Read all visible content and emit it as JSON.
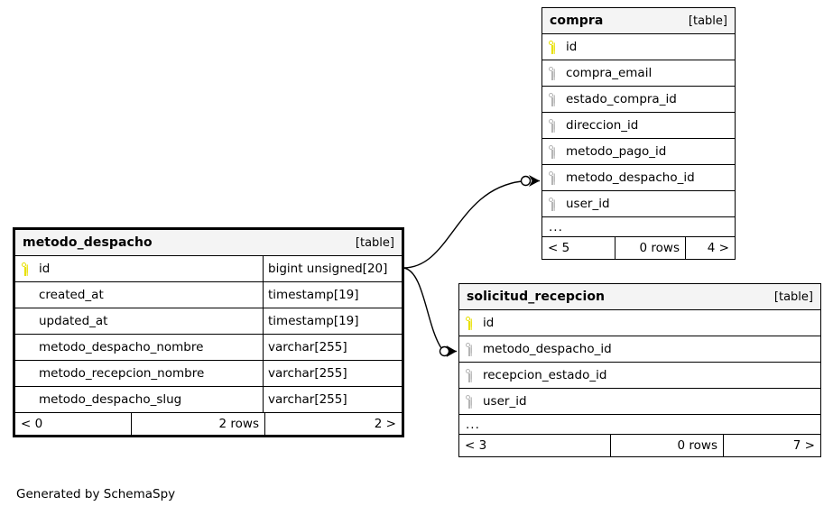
{
  "diagram": {
    "tool_credit": "Generated by SchemaSpy",
    "kind_label": "[table]",
    "ellipsis": "...",
    "icons": {
      "primary_key": "key-icon-primary",
      "foreign_key": "key-icon-foreign"
    },
    "colors": {
      "primary_key": "#e8e000",
      "foreign_key": "#b4b4b4",
      "header_background": "#f4f4f4",
      "border": "#000000",
      "background": "#ffffff"
    }
  },
  "tables": {
    "metodo_despacho": {
      "name": "metodo_despacho",
      "kind": "[table]",
      "focal": true,
      "columns": [
        {
          "name": "id",
          "type": "bigint unsigned[20]",
          "key": "primary"
        },
        {
          "name": "created_at",
          "type": "timestamp[19]",
          "key": "none"
        },
        {
          "name": "updated_at",
          "type": "timestamp[19]",
          "key": "none"
        },
        {
          "name": "metodo_despacho_nombre",
          "type": "varchar[255]",
          "key": "none"
        },
        {
          "name": "metodo_recepcion_nombre",
          "type": "varchar[255]",
          "key": "none"
        },
        {
          "name": "metodo_despacho_slug",
          "type": "varchar[255]",
          "key": "none"
        }
      ],
      "footer": {
        "parents": "< 0",
        "rows": "2 rows",
        "children": "2 >"
      }
    },
    "compra": {
      "name": "compra",
      "kind": "[table]",
      "focal": false,
      "columns": [
        {
          "name": "id",
          "key": "primary"
        },
        {
          "name": "compra_email",
          "key": "foreign"
        },
        {
          "name": "estado_compra_id",
          "key": "foreign"
        },
        {
          "name": "direccion_id",
          "key": "foreign"
        },
        {
          "name": "metodo_pago_id",
          "key": "foreign"
        },
        {
          "name": "metodo_despacho_id",
          "key": "foreign"
        },
        {
          "name": "user_id",
          "key": "foreign"
        }
      ],
      "more": "...",
      "footer": {
        "parents": "< 5",
        "rows": "0 rows",
        "children": "4 >"
      }
    },
    "solicitud_recepcion": {
      "name": "solicitud_recepcion",
      "kind": "[table]",
      "focal": false,
      "columns": [
        {
          "name": "id",
          "key": "primary"
        },
        {
          "name": "metodo_despacho_id",
          "key": "foreign"
        },
        {
          "name": "recepcion_estado_id",
          "key": "foreign"
        },
        {
          "name": "user_id",
          "key": "foreign"
        }
      ],
      "more": "...",
      "footer": {
        "parents": "< 3",
        "rows": "0 rows",
        "children": "7 >"
      }
    }
  },
  "relationships": [
    {
      "name": "metodo_despacho-to-compra",
      "from_table": "metodo_despacho",
      "from_column": "id",
      "to_table": "compra",
      "to_column": "metodo_despacho_id",
      "notation": "crows-foot-optional"
    },
    {
      "name": "metodo_despacho-to-solicitud_recepcion",
      "from_table": "metodo_despacho",
      "from_column": "id",
      "to_table": "solicitud_recepcion",
      "to_column": "metodo_despacho_id",
      "notation": "crows-foot-optional"
    }
  ]
}
